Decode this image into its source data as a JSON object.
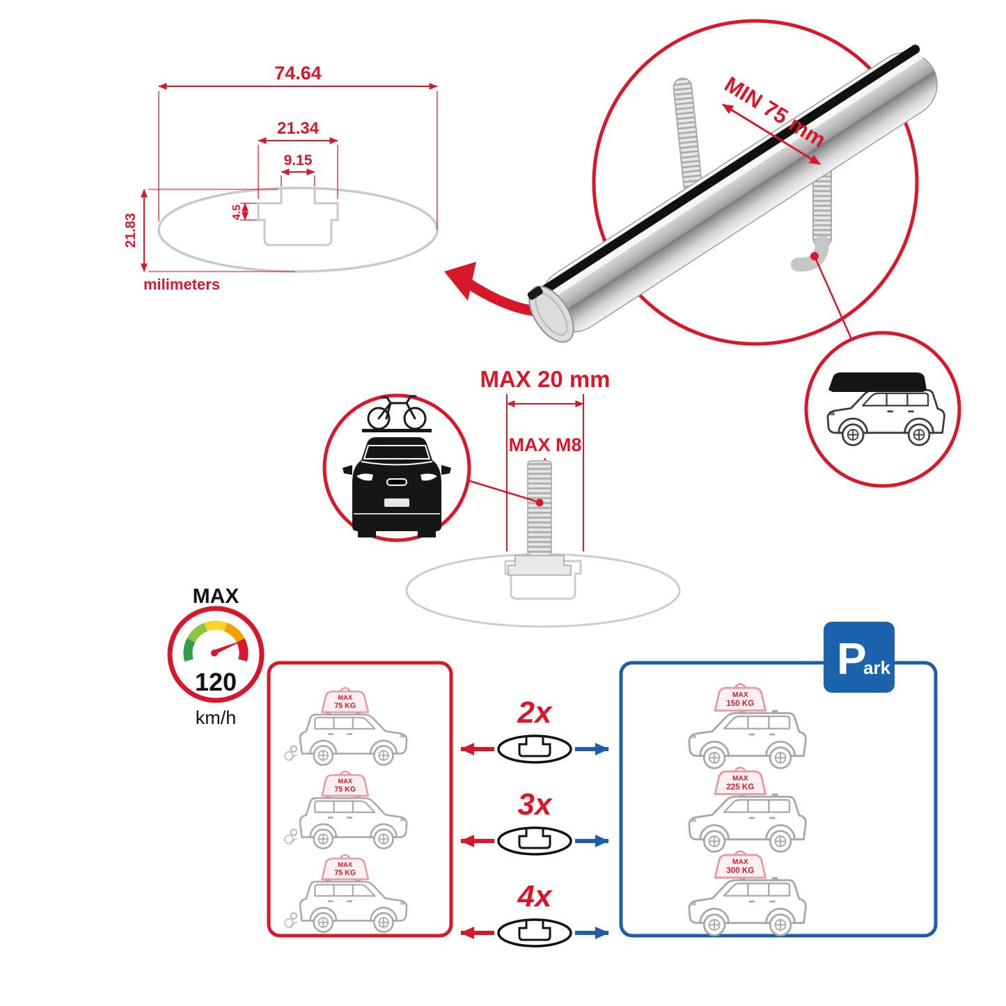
{
  "colors": {
    "accent_red": "#d7182a",
    "accent_blue": "#1c5fa8",
    "profile_gray": "#c9c9c9",
    "car_gray": "#a7a7a7"
  },
  "profile_dimensions": {
    "total_width": "74.64",
    "channel_width": "21.34",
    "slot_width": "9.15",
    "lip_height": "4.5",
    "total_height": "21.83",
    "units_label": "milimeters"
  },
  "clamp_inset": {
    "min_label": "MIN 75 mm"
  },
  "bolt_section": {
    "max_length_label": "MAX 20 mm",
    "max_thread_label": "MAX M8"
  },
  "speed_limit": {
    "label": "MAX",
    "value": "120",
    "units": "km/h"
  },
  "parking_sign": {
    "letter": "P",
    "suffix": "ark"
  },
  "left_panel": {
    "cars": [
      {
        "max": "MAX",
        "load": "75 KG"
      },
      {
        "max": "MAX",
        "load": "75 KG"
      },
      {
        "max": "MAX",
        "load": "75 KG"
      }
    ]
  },
  "right_panel": {
    "cars": [
      {
        "max": "MAX",
        "load": "150 KG"
      },
      {
        "max": "MAX",
        "load": "225 KG"
      },
      {
        "max": "MAX",
        "load": "300 KG"
      }
    ]
  },
  "multipliers": [
    "2x",
    "3x",
    "4x"
  ]
}
